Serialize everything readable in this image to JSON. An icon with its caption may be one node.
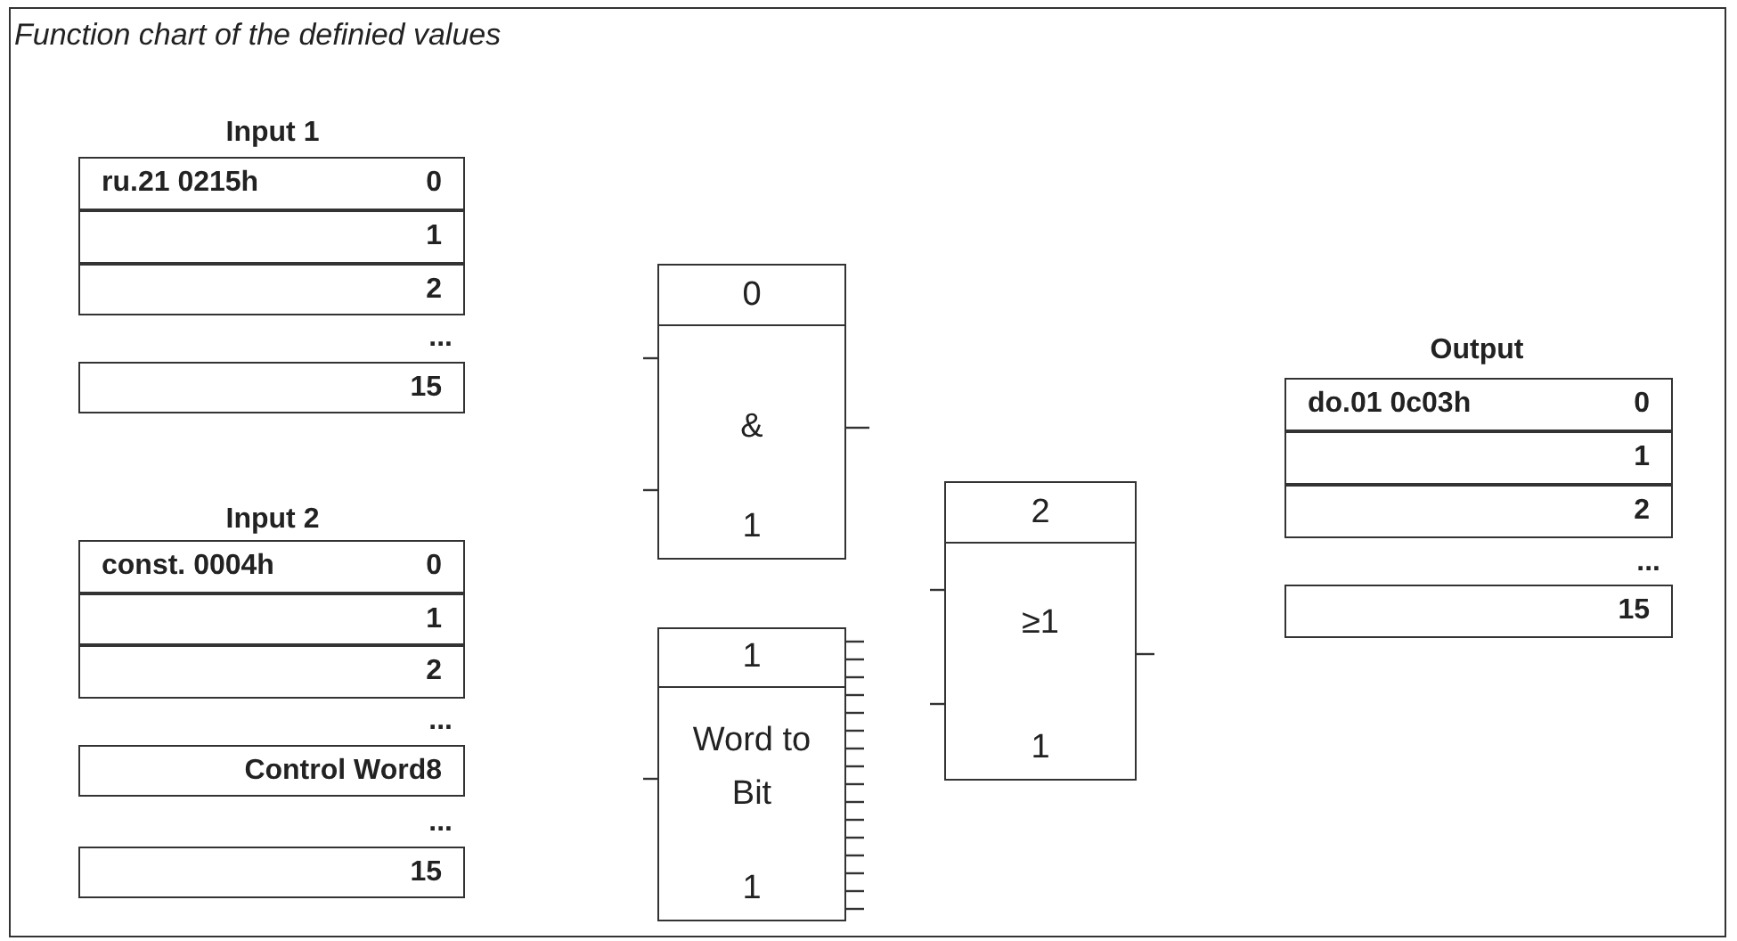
{
  "diagram": {
    "title": "Function chart of the definied values",
    "nodes": [
      {
        "text": [
          "ru.21 0215h",
          "0"
        ]
      },
      {
        "text": [
          "1"
        ]
      },
      {
        "text": [
          "2"
        ]
      },
      {
        "text": [
          "15"
        ]
      },
      {
        "text": [
          "const. 0004h",
          "0"
        ]
      },
      {
        "text": [
          "1"
        ]
      },
      {
        "text": [
          "2"
        ]
      },
      {
        "text": [
          "Control Word8"
        ]
      },
      {
        "text": [
          "15"
        ]
      },
      {
        "text": [
          "0",
          "&",
          "1"
        ]
      },
      {
        "text": [
          "1",
          "Word to Bit",
          "1"
        ]
      },
      {
        "text": [
          "2",
          "≥1",
          "1"
        ]
      },
      {
        "text": [
          "do.01 0c03h",
          "0"
        ]
      },
      {
        "text": [
          "1"
        ]
      },
      {
        "text": [
          "2"
        ]
      },
      {
        "text": [
          "15"
        ]
      }
    ],
    "labels": [
      "Input 1",
      "...",
      "Input 2",
      "...",
      "...",
      "Output",
      "..."
    ]
  }
}
